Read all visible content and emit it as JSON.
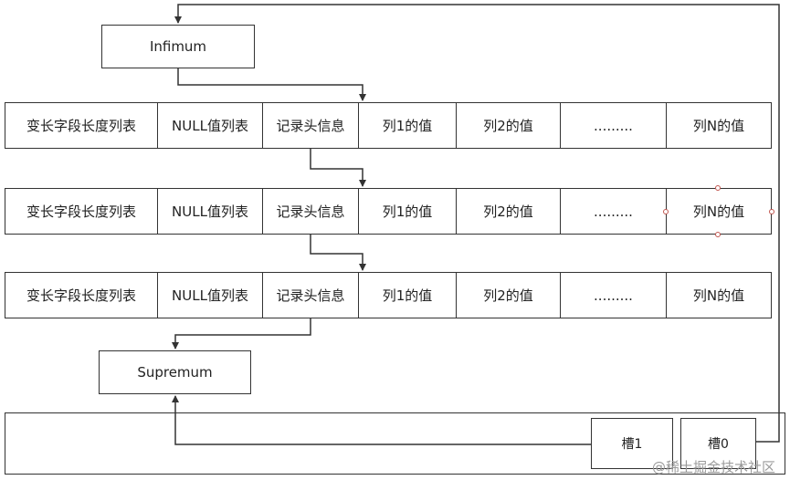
{
  "infimum": {
    "label": "Infimum"
  },
  "supremum": {
    "label": "Supremum"
  },
  "record_fields": [
    "变长字段长度列表",
    "NULL值列表",
    "记录头信息",
    "列1的值",
    "列2的值",
    ".........",
    "列N的值"
  ],
  "slots": [
    {
      "label": "槽1"
    },
    {
      "label": "槽0"
    }
  ],
  "watermark": "@稀土掘金技术社区"
}
